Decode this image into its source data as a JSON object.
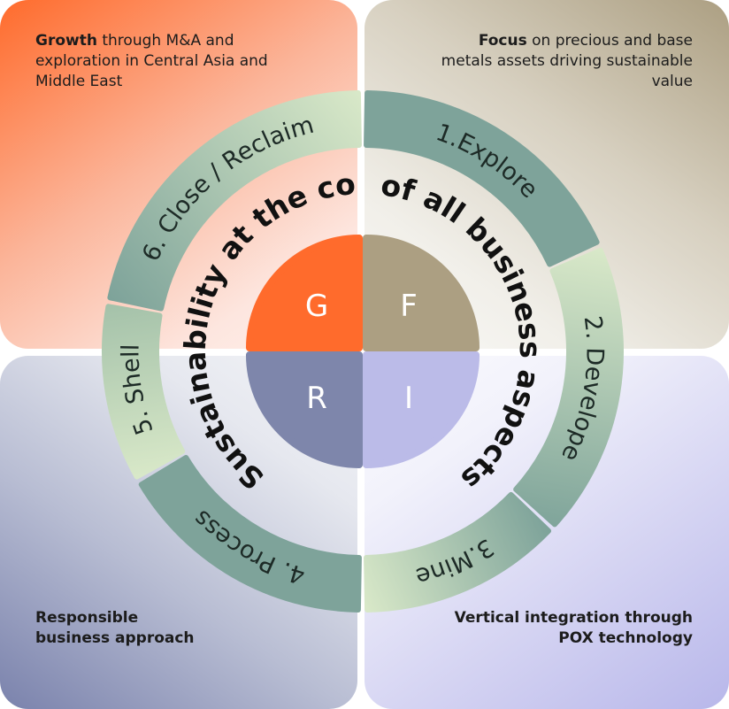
{
  "quadrants": {
    "top_left": {
      "bold": "Growth",
      "text": " through M&A and exploration in Central Asia and Middle East",
      "color": "#ff6b2c"
    },
    "top_right": {
      "bold": "Focus",
      "text": " on precious and base metals assets driving sustainable value",
      "color": "#ac9f82"
    },
    "bottom_left": {
      "text": "Responsible business approach",
      "color": "#7a82ac"
    },
    "bottom_right": {
      "text": "Vertical integration through POX technology",
      "color": "#b8b7ea"
    }
  },
  "core": {
    "left_text": "Sustainability at the core",
    "right_text": "of all business aspects",
    "letters": [
      {
        "letter": "G",
        "color": "#ff6b2c"
      },
      {
        "letter": "F",
        "color": "#ac9f82"
      },
      {
        "letter": "R",
        "color": "#7e86ab"
      },
      {
        "letter": "I",
        "color": "#bbbbe8"
      }
    ]
  },
  "cycle": [
    {
      "label": "1.Explore",
      "color_a": "#7ea39a",
      "color_b": "#7ea39a"
    },
    {
      "label": "2. Develope",
      "color_a": "#80a59b",
      "color_b": "#d8e8c8"
    },
    {
      "label": "3.Mine",
      "color_a": "#d8e8c8",
      "color_b": "#7ea39a"
    },
    {
      "label": "4. Process",
      "color_a": "#7ea39a",
      "color_b": "#7ea39a"
    },
    {
      "label": "5. Shell",
      "color_a": "#a5c2aa",
      "color_b": "#d8e8c8"
    },
    {
      "label": "6. Close / Reclaim",
      "color_a": "#d8e8c8",
      "color_b": "#7ea39a"
    }
  ]
}
